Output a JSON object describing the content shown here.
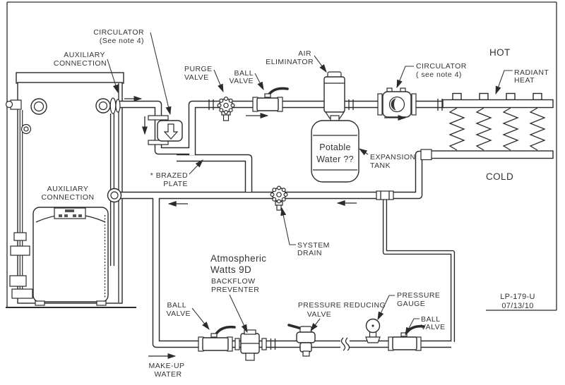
{
  "drawing": {
    "sheet_number": "LP-179-U",
    "date": "07/13/10"
  },
  "flow_labels": {
    "hot": "HOT",
    "cold": "COLD",
    "makeup_water": [
      "MAKE-UP",
      "WATER"
    ]
  },
  "equipment_labels": {
    "boiler_circulator": [
      "CIRCULATOR",
      "(See note 4)"
    ],
    "auxiliary_connection_top": [
      "AUXILIARY",
      "CONNECTION"
    ],
    "purge_valve": [
      "PURGE",
      "VALVE"
    ],
    "ball_valve_supply": [
      "BALL",
      "VALVE"
    ],
    "air_eliminator": [
      "AIR",
      "ELIMINATOR"
    ],
    "system_circulator": [
      "CIRCULATOR",
      "( see note 4)"
    ],
    "radiant_heat": [
      "RADIANT",
      "HEAT"
    ],
    "expansion_tank": [
      "EXPANSION",
      "TANK"
    ],
    "expansion_tank_contents": [
      "Potable",
      "Water ??"
    ],
    "brazed_plate": [
      "* BRAZED",
      "PLATE"
    ],
    "auxiliary_connection_lower": [
      "AUXILIARY",
      "CONNECTION"
    ],
    "system_drain": [
      "SYSTEM",
      "DRAIN"
    ],
    "backflow_model": [
      "Atmospheric",
      "Watts 9D"
    ],
    "backflow_preventer": [
      "BACKFLOW",
      "PREVENTER"
    ],
    "ball_valve_makeup_inlet": [
      "BALL",
      "VALVE"
    ],
    "pressure_reducing_valve": [
      "PRESSURE REDUCING",
      "VALVE"
    ],
    "pressure_gauge": [
      "PRESSURE",
      "GAUGE"
    ],
    "ball_valve_makeup_outlet": [
      "BALL",
      "VALVE"
    ],
    "colors": {
      "line": "#2b2b2b",
      "background": "#ffffff"
    }
  }
}
